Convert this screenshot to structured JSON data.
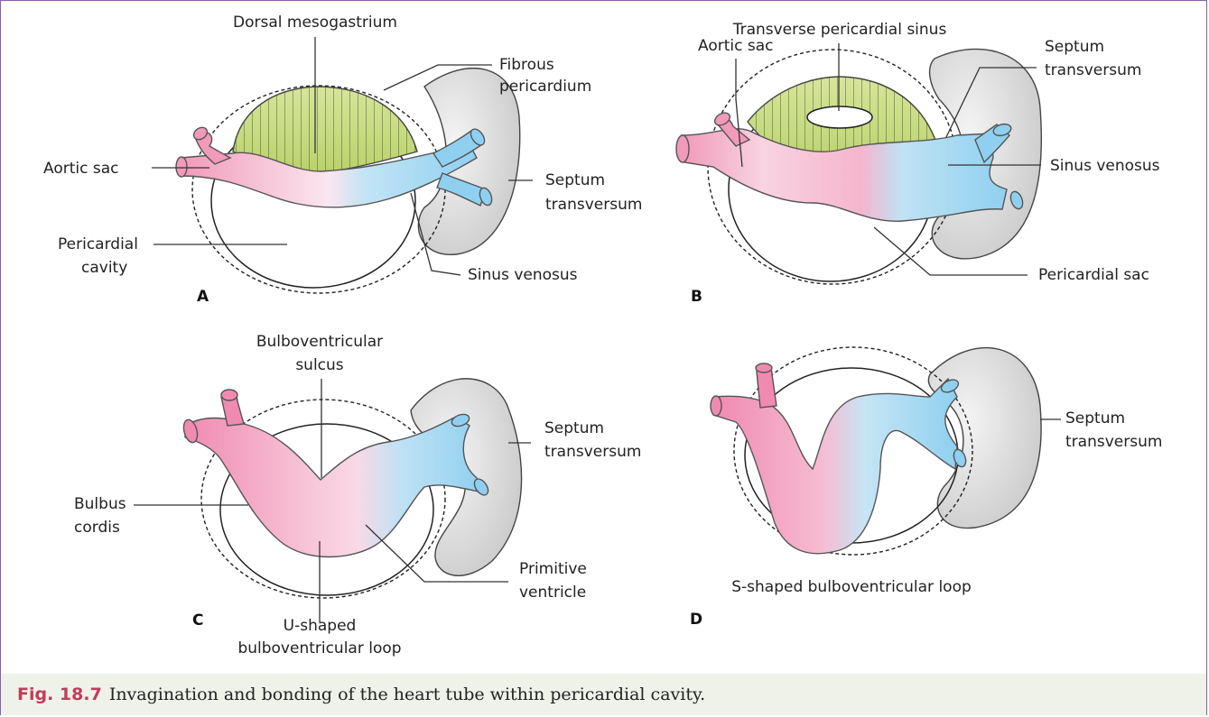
{
  "caption": {
    "figure_number": "Fig. 18.7",
    "text": "Invagination and bonding of the heart tube within pericardial cavity."
  },
  "panels": {
    "A": {
      "letter": "A",
      "labels": {
        "dorsal_mesogastrium": "Dorsal mesogastrium",
        "fibrous_1": "Fibrous",
        "fibrous_2": "pericardium",
        "aortic_sac": "Aortic sac",
        "septum_1": "Septum",
        "septum_2": "transversum",
        "pericardial_1": "Pericardial",
        "pericardial_2": "cavity",
        "sinus_venosus": "Sinus venosus"
      }
    },
    "B": {
      "letter": "B",
      "labels": {
        "transverse_sinus": "Transverse pericardial sinus",
        "aortic_sac": "Aortic sac",
        "septum_1": "Septum",
        "septum_2": "transversum",
        "sinus_venosus": "Sinus venosus",
        "pericardial_sac": "Pericardial sac"
      }
    },
    "C": {
      "letter": "C",
      "labels": {
        "bulbo_sulcus_1": "Bulboventricular",
        "bulbo_sulcus_2": "sulcus",
        "septum_1": "Septum",
        "septum_2": "transversum",
        "bulbus_1": "Bulbus",
        "bulbus_2": "cordis",
        "primitive_1": "Primitive",
        "primitive_2": "ventricle",
        "ushaped_1": "U-shaped",
        "ushaped_2": "bulboventricular loop"
      }
    },
    "D": {
      "letter": "D",
      "labels": {
        "septum_1": "Septum",
        "septum_2": "transversum",
        "sshaped": "S-shaped bulboventricular loop"
      }
    }
  },
  "colors": {
    "frame_border": "#8a5ea8",
    "caption_background": "#eef2e9",
    "figure_number": "#c43b5a",
    "arterial_pink": "#f19ab9",
    "venous_blue": "#8fd0f0",
    "mesentery_green": "#c9dc7a",
    "septum_grey": "#d8d8d8"
  }
}
